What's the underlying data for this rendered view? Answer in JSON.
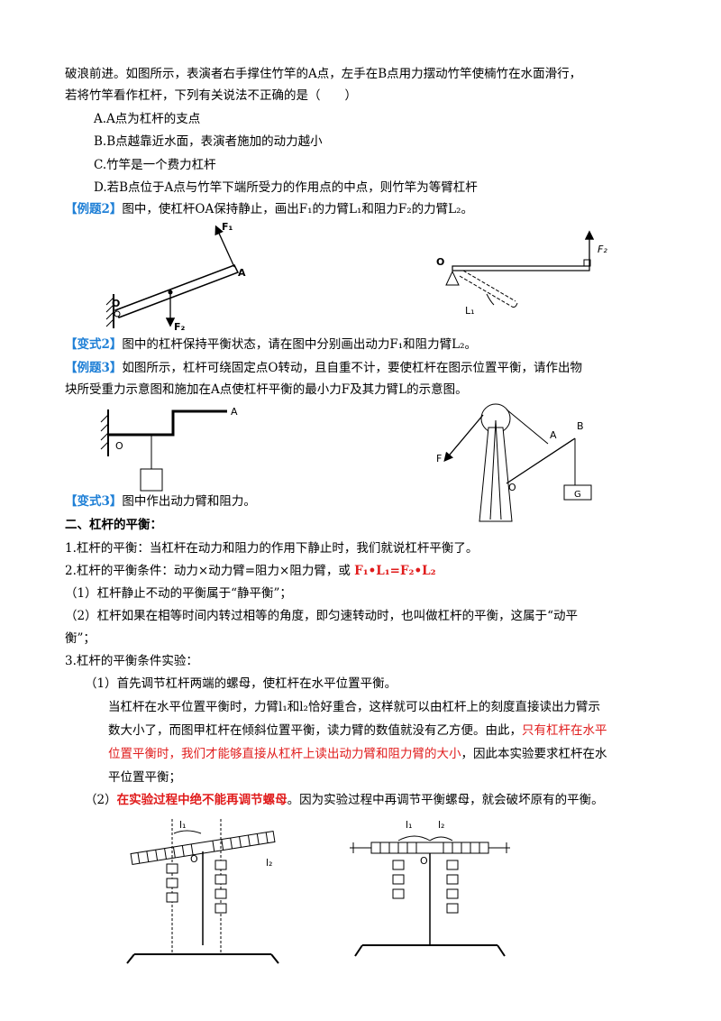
{
  "intro": {
    "line1": "破浪前进。如图所示，表演者右手撑住竹竿的A点，左手在B点用力摆动竹竿使楠竹在水面滑行，",
    "line2": "若将竹竿看作杠杆，下列有关说法不正确的是（　　）"
  },
  "options": [
    "A.A点为杠杆的支点",
    "B.B点越靠近水面，表演者施加的动力越小",
    "C.竹竿是一个费力杠杆",
    "D.若B点位于A点与竹竿下端所受力的作用点的中点，则竹竿为等臂杠杆"
  ],
  "ex2": {
    "tag": "【例题2】",
    "text": "图中，使杠杆OA保持静止，画出F₁的力臂L₁和阻力F₂的力臂L₂。"
  },
  "fig_ex2": {
    "F1": "F₁",
    "A": "A",
    "O": "O",
    "F2": "F₂"
  },
  "fig_var2": {
    "O": "O",
    "F2": "F₂",
    "L1": "L₁"
  },
  "var2": {
    "tag": "【变式2】",
    "text": "图中的杠杆保持平衡状态，请在图中分别画出动力F₁和阻力臂L₂。"
  },
  "ex3": {
    "tag": "【例题3】",
    "line1": "如图所示，杠杆可绕固定点O转动，且自重不计，要使杠杆在图示位置平衡，请作出物",
    "line2": "块所受重力示意图和施加在A点使杠杆平衡的最小力F及其力臂L的示意图。"
  },
  "fig_ex3": {
    "A": "A",
    "O": "O"
  },
  "fig_var3": {
    "B": "B",
    "A": "A",
    "F": "F",
    "O": "O",
    "G": "G"
  },
  "var3": {
    "tag": "【变式3】",
    "text": "图中作出动力臂和阻力。"
  },
  "section2": {
    "title": "二、杠杆的平衡："
  },
  "p1": "1.杠杆的平衡：当杠杆在动力和阻力的作用下静止时，我们就说杠杆平衡了。",
  "p2": {
    "text": "2.杠杆的平衡条件：动力×动力臂=阻力×阻力臂，或 ",
    "formula": "F₁•L₁=F₂•L₂"
  },
  "p2_1": "（1）杠杆静止不动的平衡属于“静平衡”；",
  "p2_2a": "（2）杠杆如果在相等时间内转过相等的角度，即匀速转动时，也叫做杠杆的平衡，这属于“动平",
  "p2_2b": "衡”；",
  "p3": "3.杠杆的平衡条件实验：",
  "p3_1": "（1）首先调节杠杆两端的螺母，使杠杆在水平位置平衡。",
  "p3_1a": "当杠杆在水平位置平衡时，力臂l₁和l₂恰好重合，这样就可以由杠杆上的刻度直接读出力臂示",
  "p3_1b": {
    "text": "数大小了，而图甲杠杆在倾斜位置平衡，读力臂的数值就没有乙方便。由此，",
    "red": "只有杠杆在水平"
  },
  "p3_1c": {
    "red": "位置平衡时，我们才能够直接从杠杆上读出动力臂和阻力臂的大小",
    "text": "，因此本实验要求杠杆在水"
  },
  "p3_1d": "平位置平衡；",
  "p3_2": {
    "prefix": "（2）",
    "red": "在实验过程中绝不能再调节螺母",
    "text": "。因为实验过程中再调节平衡螺母，就会破坏原有的平衡。"
  },
  "fig_jia": {
    "l1": "l₁",
    "l2": "l₂",
    "O": "O"
  },
  "fig_yi": {
    "l1": "l₁",
    "l2": "l₂",
    "O": "O"
  }
}
